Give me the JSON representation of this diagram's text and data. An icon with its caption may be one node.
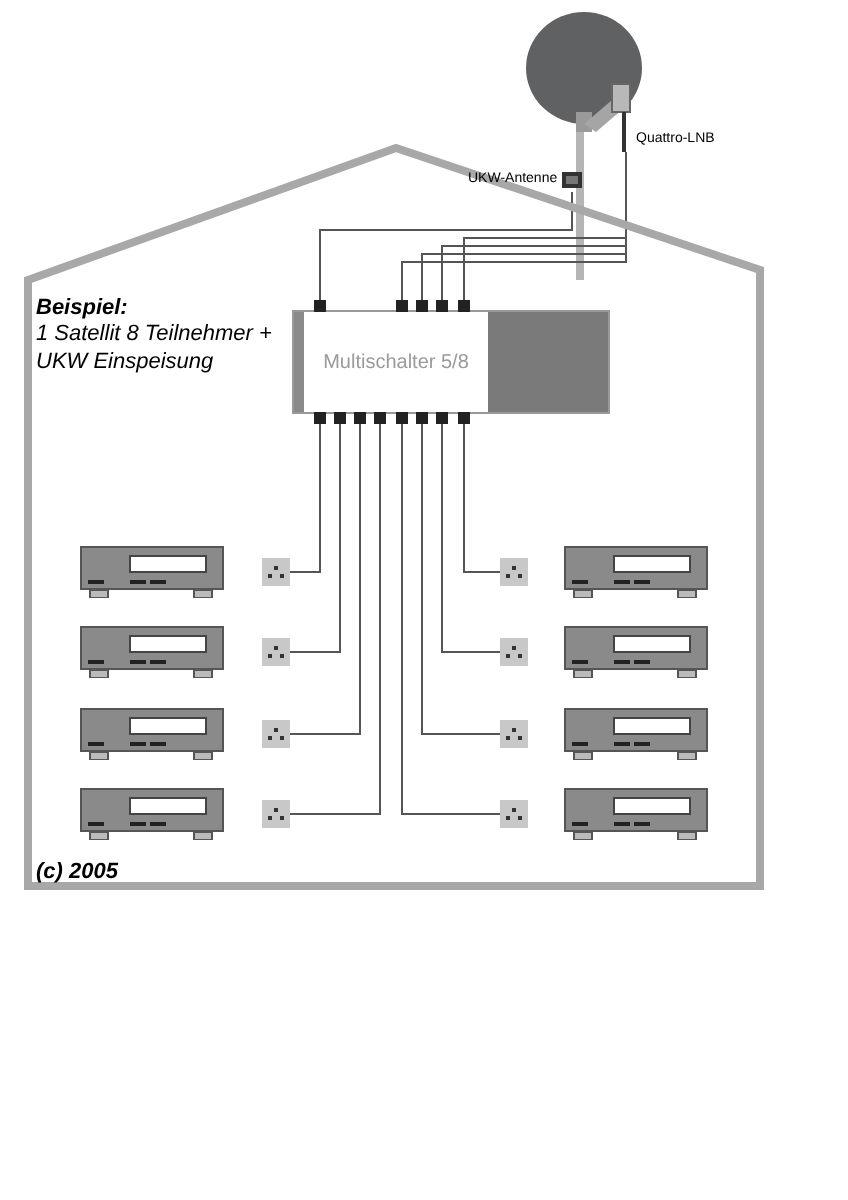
{
  "diagram": {
    "nodes": [
      {
        "text": [
          "Beispiel:",
          "1 Satellit 8 Teilnehmer + UKW Einspeisung",
          "(c) 2005"
        ]
      },
      {
        "text": [],
        "shape": "picture",
        "beside": [
          "Quattro-LNB"
        ]
      },
      {
        "text": [],
        "shape": "picture",
        "beside": [
          "UKW-Antenne"
        ]
      },
      {
        "text": [
          "Multischalter 5/8"
        ],
        "in": 0
      },
      {
        "text": [],
        "shape": "box",
        "in": 0
      },
      {
        "text": [],
        "shape": "box",
        "in": 0
      },
      {
        "text": [],
        "shape": "box",
        "in": 0
      },
      {
        "text": [],
        "shape": "box",
        "in": 0
      },
      {
        "text": [],
        "shape": "box",
        "in": 0
      },
      {
        "text": [],
        "shape": "box",
        "in": 0
      },
      {
        "text": [],
        "shape": "box",
        "in": 0
      },
      {
        "text": [],
        "shape": "box",
        "in": 0
      }
    ],
    "edges": [
      {
        "from": 2,
        "to": 3,
        "arrow": "none"
      },
      {
        "from": 1,
        "to": 3,
        "arrow": "none"
      },
      {
        "from": 1,
        "to": 3,
        "arrow": "none"
      },
      {
        "from": 1,
        "to": 3,
        "arrow": "none"
      },
      {
        "from": 1,
        "to": 3,
        "arrow": "none"
      },
      {
        "from": 3,
        "to": 4,
        "arrow": "none"
      },
      {
        "from": 3,
        "to": 5,
        "arrow": "none"
      },
      {
        "from": 3,
        "to": 6,
        "arrow": "none"
      },
      {
        "from": 3,
        "to": 7,
        "arrow": "none"
      },
      {
        "from": 3,
        "to": 11,
        "arrow": "none"
      },
      {
        "from": 3,
        "to": 10,
        "arrow": "none"
      },
      {
        "from": 3,
        "to": 9,
        "arrow": "none"
      },
      {
        "from": 3,
        "to": 8,
        "arrow": "none"
      }
    ]
  }
}
